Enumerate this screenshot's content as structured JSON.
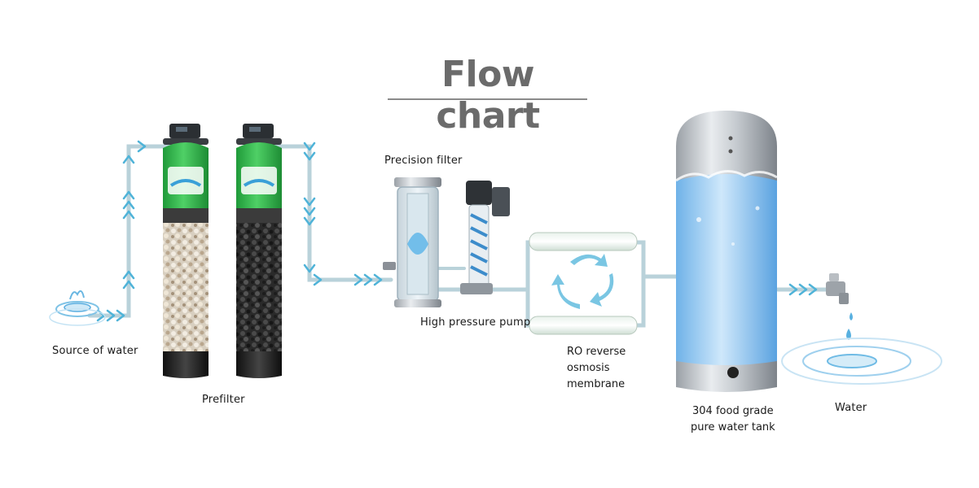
{
  "title": "Flow chart",
  "labels": {
    "source": "Source of water",
    "prefilter": "Prefilter",
    "precision_filter": "Precision filter",
    "pump": "High pressure pump",
    "ro": [
      "RO reverse",
      "osmosis",
      "membrane"
    ],
    "tank": [
      "304 food grade",
      "pure water tank"
    ],
    "water": "Water"
  },
  "colors": {
    "pipe": "#b8d4dc",
    "arrow": "#4fb3d8",
    "title": "#6b6b6b",
    "tank_green": "#2fb84a",
    "cycle_arrow": "#6cc0e0"
  }
}
